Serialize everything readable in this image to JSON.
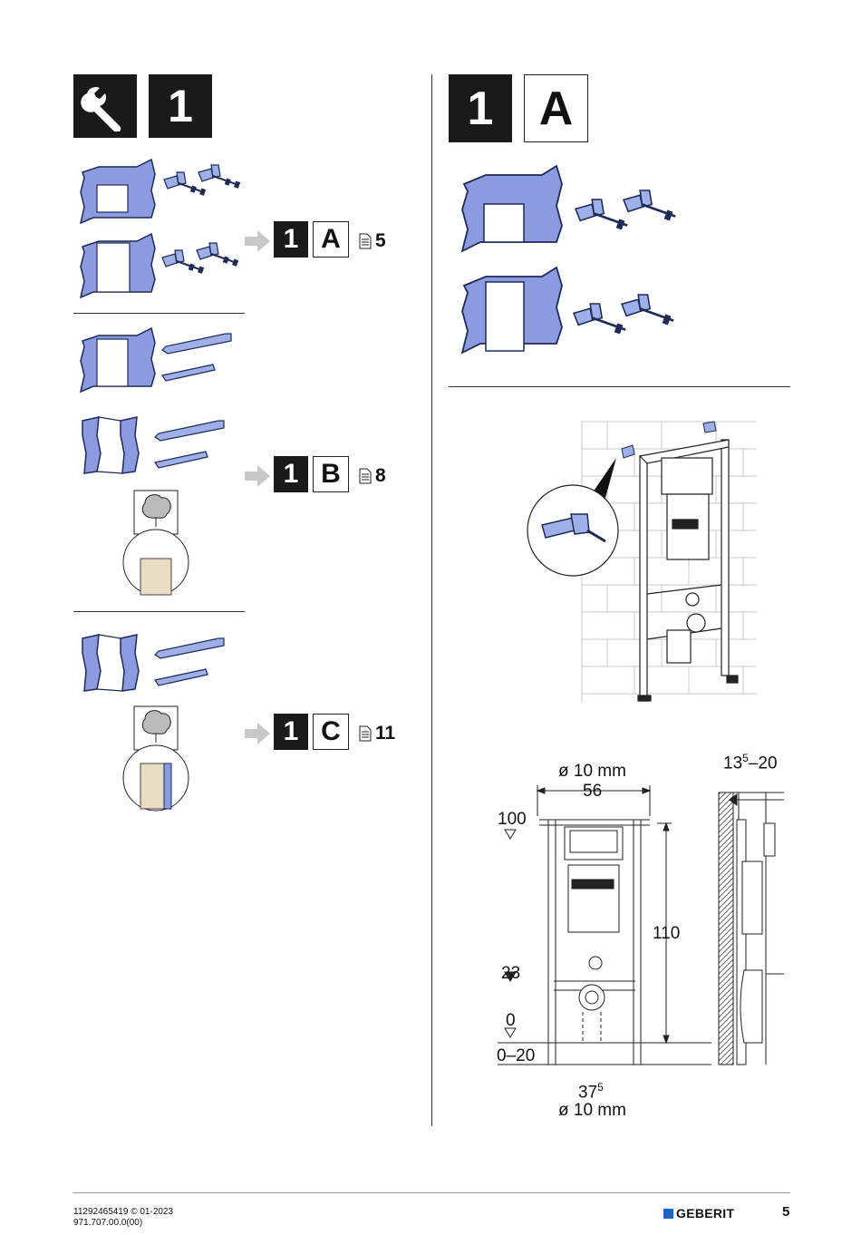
{
  "header_left": {
    "step": "1"
  },
  "header_right": {
    "step": "1",
    "variant": "A"
  },
  "options": [
    {
      "step": "1",
      "variant": "A",
      "page": "5"
    },
    {
      "step": "1",
      "variant": "B",
      "page": "8"
    },
    {
      "step": "1",
      "variant": "C",
      "page": "11"
    }
  ],
  "dimensions": {
    "diameter_top": "ø 10 mm",
    "width": "56",
    "depth_base": "13",
    "depth_sup": "5",
    "depth_rest": "–20",
    "top_level": "100",
    "height": "110",
    "mid_level": "23",
    "zero_level": "0",
    "floor_range": "0–20",
    "foot_base": "37",
    "foot_sup": "5",
    "diameter_bottom": "ø 10 mm"
  },
  "footer": {
    "doc_number": "11292465419 © 01-2023",
    "article": "971.707.00.0(00)",
    "brand": "GEBERIT",
    "page_number": "5"
  },
  "colors": {
    "wall_blue": "#8c9be0",
    "wall_stroke": "#1f2a55",
    "frame_blue": "#9fb0e8"
  }
}
